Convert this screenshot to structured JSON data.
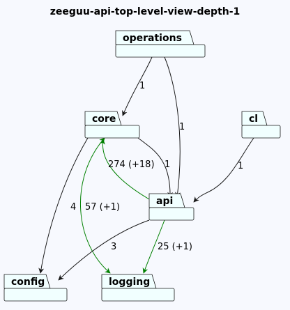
{
  "diagram": {
    "title": "zeeguu-api-top-level-view-depth-1",
    "colors": {
      "background": "#F7F9FE",
      "package_fill": "#F1FFFF",
      "package_stroke": "#181818",
      "edge_default": "#181818",
      "edge_highlight": "#008000"
    },
    "packages": {
      "operations": "operations",
      "core": "core",
      "cl": "cl",
      "api": "api",
      "config": "config",
      "logging": "logging"
    },
    "edges": {
      "operations_core": "1",
      "operations_api": "1",
      "core_api": "1",
      "cl_api": "1",
      "api_core": "274 (+18)",
      "core_config": "4",
      "core_logging": "57 (+1)",
      "api_config": "3",
      "api_logging": "25 (+1)"
    }
  }
}
